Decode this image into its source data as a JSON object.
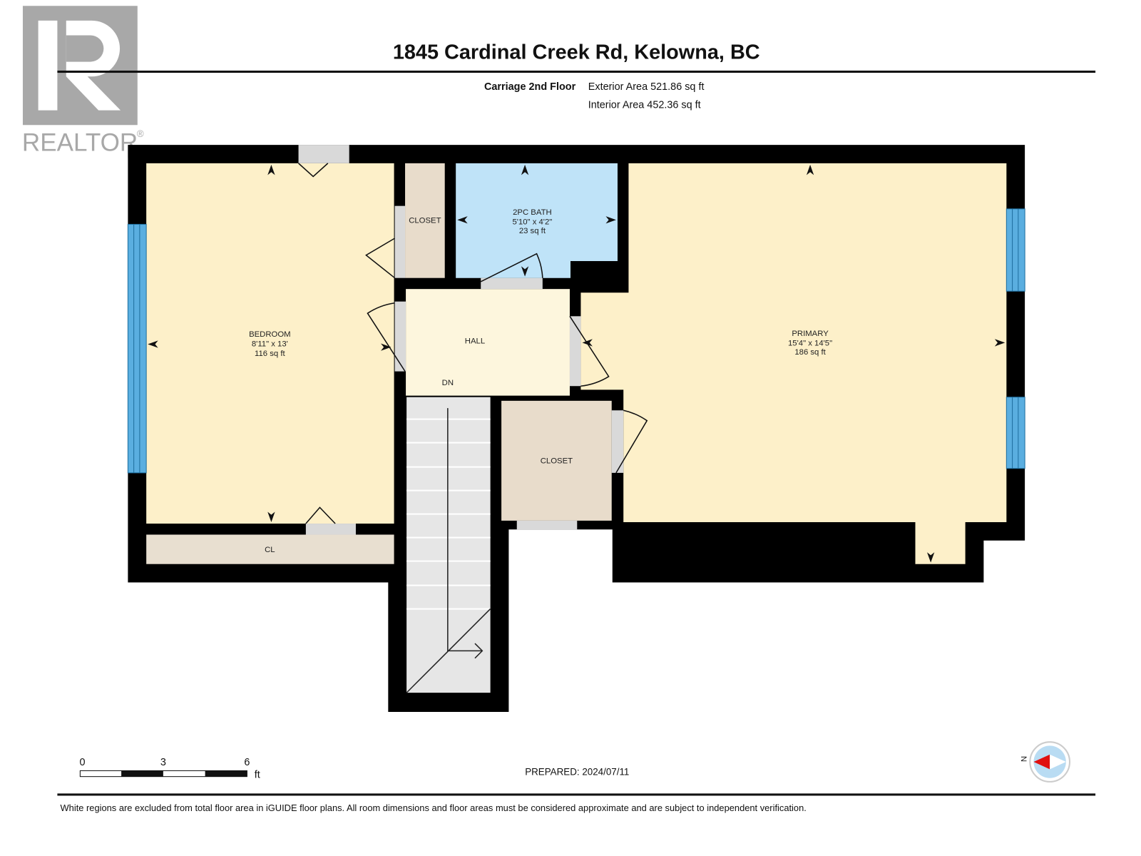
{
  "header": {
    "title": "1845 Cardinal Creek Rd, Kelowna, BC",
    "floor_name": "Carriage 2nd Floor",
    "exterior_area": "Exterior Area 521.86 sq ft",
    "interior_area": "Interior Area 452.36 sq ft"
  },
  "logo": {
    "text": "REALTOR",
    "mark": "®"
  },
  "rooms": {
    "bedroom": {
      "name": "BEDROOM",
      "dims": "8'11\" x 13'",
      "area": "116 sq ft"
    },
    "bath": {
      "name": "2PC BATH",
      "dims": "5'10\" x 4'2\"",
      "area": "23 sq ft"
    },
    "primary": {
      "name": "PRIMARY",
      "dims": "15'4\" x 14'5\"",
      "area": "186 sq ft"
    },
    "closet_top": {
      "name": "CLOSET"
    },
    "closet_mid": {
      "name": "CLOSET"
    },
    "hall": {
      "name": "HALL"
    },
    "cl": {
      "name": "CL"
    },
    "stairs": {
      "label": "DN"
    }
  },
  "scale": {
    "ticks": [
      "0",
      "3",
      "6"
    ],
    "unit": "ft"
  },
  "prepared": "PREPARED: 2024/07/11",
  "compass": {
    "label": "N"
  },
  "disclaimer": "White regions are excluded from total floor area in iGUIDE floor plans. All room dimensions and floor areas must be considered approximate and are subject to independent verification.",
  "colors": {
    "wall": "#000000",
    "bedroom": "#fdf0c9",
    "bath": "#bfe3f8",
    "closet": "#e8dccb",
    "hall": "#fdf6dd",
    "window": "#5aaee0",
    "door": "#d9d9d9"
  }
}
